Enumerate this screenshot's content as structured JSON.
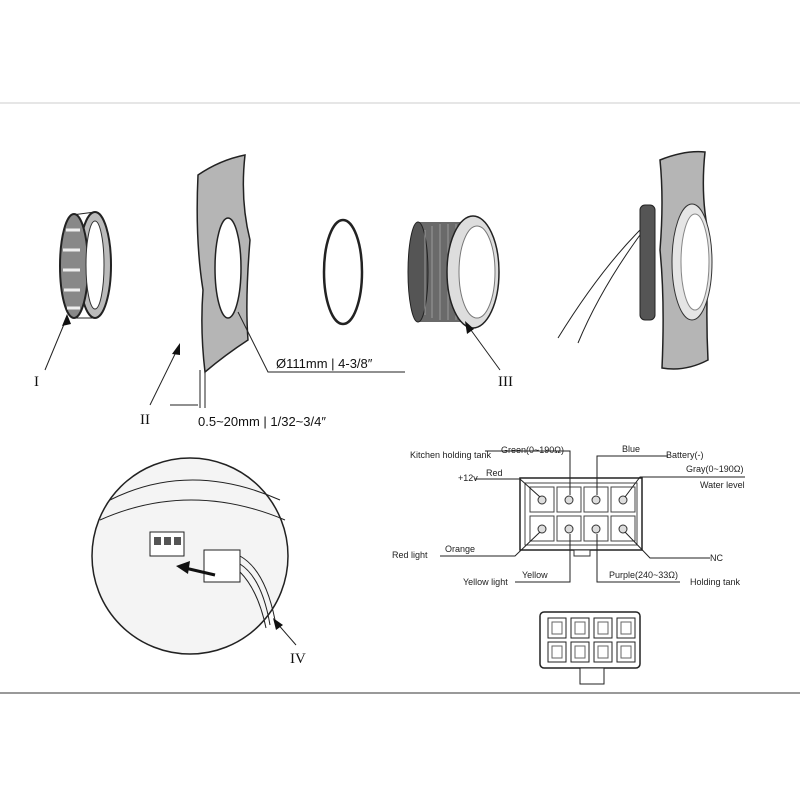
{
  "parts": {
    "nut_label": "I",
    "panel_label": "II",
    "housing_label": "III",
    "connector_detail_label": "IV"
  },
  "dimensions": {
    "hole_diameter": "Ø111mm | 4-3/8″",
    "panel_thickness": "0.5~20mm | 1/32~3/4″"
  },
  "wiring": {
    "kitchen_holding_tank": "Kitchen holding tank",
    "green": "Green(0~190Ω)",
    "blue": "Blue",
    "battery_neg": "Battery(-)",
    "plus12v": "+12v",
    "red": "Red",
    "gray": "Gray(0~190Ω)",
    "water_level": "Water level",
    "red_light": "Red light",
    "orange": "Orange",
    "nc": "NC",
    "yellow_light": "Yellow light",
    "yellow": "Yellow",
    "purple": "Purple(240~33Ω)",
    "holding_tank": "Holding tank"
  }
}
